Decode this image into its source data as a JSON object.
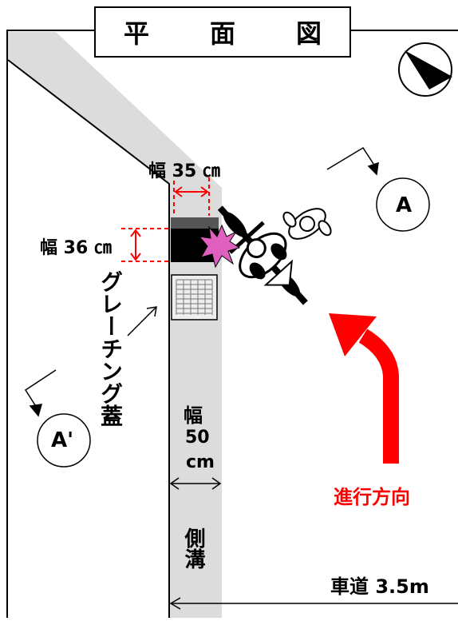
{
  "title": "平　面　図",
  "labels": {
    "width_35": "幅 35 ㎝",
    "width_36": "幅 36 ㎝",
    "grating": "グレーチング蓋",
    "width_50_a": "幅",
    "width_50_b": "50",
    "width_50_c": "cm",
    "gutter": "側溝",
    "direction": "進行方向",
    "road": "車道 3.5m",
    "section_a": "A",
    "section_a_prime": "A'"
  },
  "colors": {
    "gutter_fill": "#dcdcdc",
    "arrow_red": "#ff0000",
    "label_red": "#ff0000",
    "dim_red": "#ff0000",
    "impact_pink": "#e060c0"
  },
  "icons": {
    "north": "compass-north-icon",
    "bicycle": "bicycle-rider-icon",
    "impact": "collision-burst-icon"
  }
}
